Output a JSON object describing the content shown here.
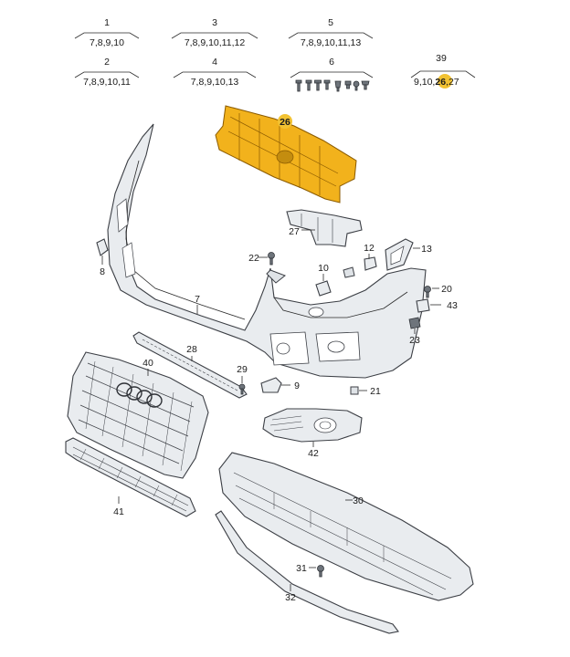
{
  "callout_groups": [
    {
      "id": "1",
      "refs": "7,8,9,10"
    },
    {
      "id": "3",
      "refs": "7,8,9,10,11,12"
    },
    {
      "id": "5",
      "refs": "7,8,9,10,11,13"
    },
    {
      "id": "2",
      "refs": "7,8,9,10,11"
    },
    {
      "id": "4",
      "refs": "7,8,9,10,13"
    },
    {
      "id": "6",
      "refs": ""
    },
    {
      "id": "39",
      "refs_pre": "9,10,",
      "refs_hl": "26",
      "refs_post": ",27"
    }
  ],
  "part_labels": {
    "p26": "26",
    "p27": "27",
    "p22": "22",
    "p12": "12",
    "p13": "13",
    "p8": "8",
    "p10": "10",
    "p7": "7",
    "p20": "20",
    "p43": "43",
    "p23": "23",
    "p28": "28",
    "p40": "40",
    "p29": "29",
    "p9": "9",
    "p21": "21",
    "p42": "42",
    "p30": "30",
    "p41": "41",
    "p31": "31",
    "p32": "32"
  },
  "highlight_color": "#f2b21c"
}
